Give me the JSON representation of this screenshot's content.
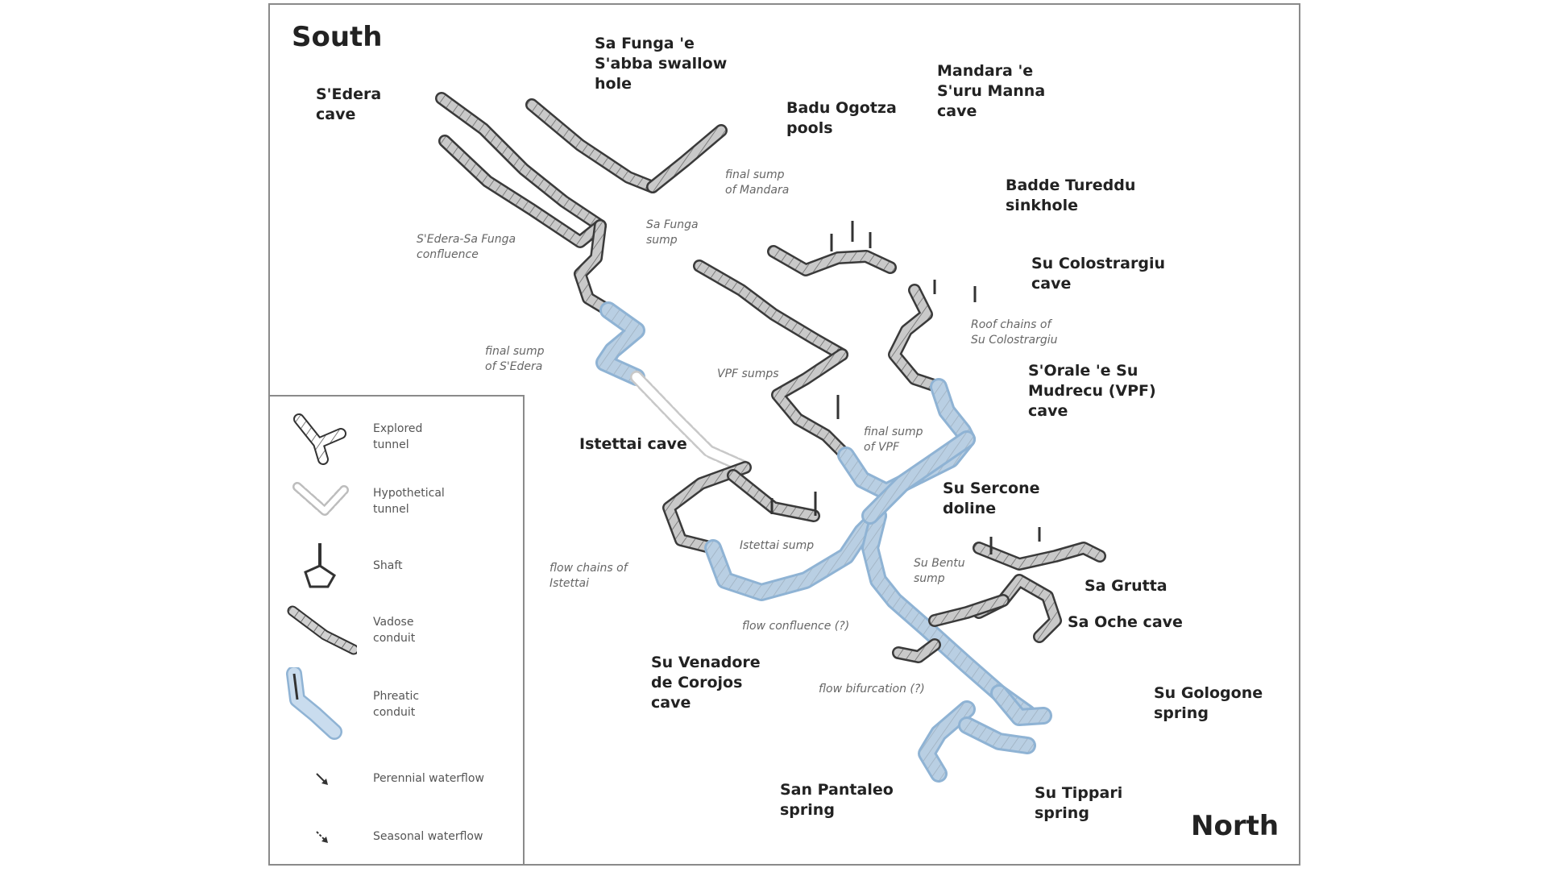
{
  "orientation": {
    "left": "South",
    "right": "North"
  },
  "sites": {
    "sederas": "S'Edera\ncave",
    "sa_funga": "Sa Funga 'e\nS'abba swallow\nhole",
    "badu_ogotza": "Badu Ogotza\npools",
    "mandara": "Mandara 'e\nS'uru Manna\ncave",
    "badde_tureddu": "Badde Tureddu\nsinkhole",
    "su_colostrargiu": "Su Colostrargiu\ncave",
    "s_orale": "S'Orale 'e Su\nMudrecu (VPF)\ncave",
    "istettai": "Istettai cave",
    "su_sercone": "Su Sercone\ndoline",
    "sa_grutta": "Sa Grutta",
    "sa_oche": "Sa Oche cave",
    "su_venadore": "Su Venadore\nde Corojos\ncave",
    "su_gologone": "Su Gologone\nspring",
    "san_pantaleo": "San Pantaleo\nspring",
    "su_tippari": "Su Tippari\nspring"
  },
  "notes": {
    "final_sump_mandara": "final sump\nof Mandara",
    "sa_funga_sump": "Sa Funga\nsump",
    "sedera_confluence": "S'Edera-Sa Funga\nconfluence",
    "roof_chains": "Roof chains of\nSu Colostrargiu",
    "final_sump_sedera": "final sump\nof S'Edera",
    "vpf_sumps": "VPF sumps",
    "final_sump_vpf": "final sump\nof VPF",
    "flow_chains_istettai": "flow chains of\nIstettai",
    "istettai_sump": "Istettai sump",
    "su_bentu_sump": "Su Bentu\nsump",
    "flow_confluence": "flow confluence (?)",
    "flow_bifurcation": "flow bifurcation (?)"
  },
  "legend": [
    {
      "icon": "explored-tunnel-icon",
      "label": "Explored\ntunnel"
    },
    {
      "icon": "hypothetical-tunnel-icon",
      "label": "Hypothetical\ntunnel"
    },
    {
      "icon": "shaft-icon",
      "label": "Shaft"
    },
    {
      "icon": "vadose-conduit-icon",
      "label": "Vadose\nconduit"
    },
    {
      "icon": "phreatic-conduit-icon",
      "label": "Phreatic\nconduit"
    },
    {
      "icon": "perennial-waterflow-icon",
      "label": "Perennial waterflow"
    },
    {
      "icon": "seasonal-waterflow-icon",
      "label": "Seasonal waterflow"
    }
  ],
  "colors": {
    "vadose": "#c9c9c9",
    "phreatic": "#b9cfe3",
    "outline": "#3a3a3a",
    "frame": "#8a8a8a"
  }
}
